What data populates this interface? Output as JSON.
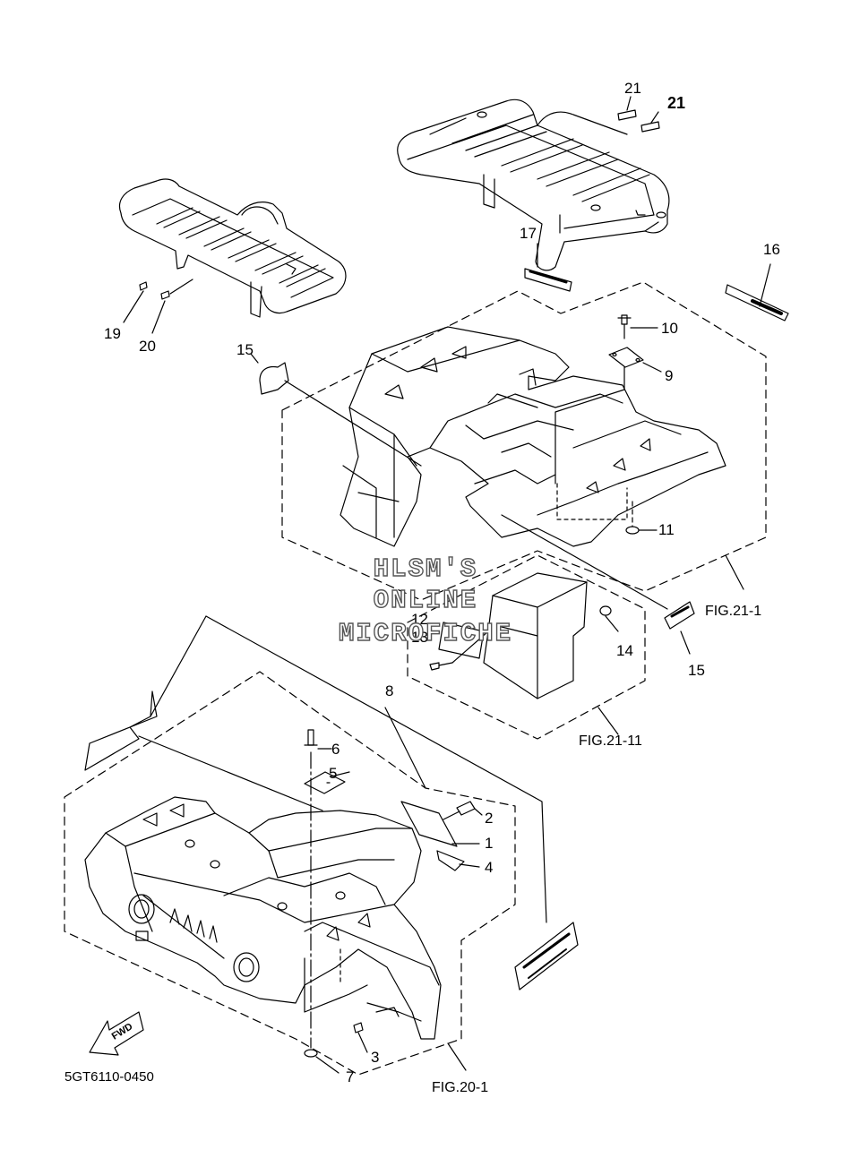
{
  "diagram": {
    "parts": [
      {
        "num": "1"
      },
      {
        "num": "2"
      },
      {
        "num": "3"
      },
      {
        "num": "4"
      },
      {
        "num": "5"
      },
      {
        "num": "6"
      },
      {
        "num": "7"
      },
      {
        "num": "8"
      },
      {
        "num": "9"
      },
      {
        "num": "10"
      },
      {
        "num": "11"
      },
      {
        "num": "12"
      },
      {
        "num": "13"
      },
      {
        "num": "14"
      },
      {
        "num": "15"
      },
      {
        "num": "15"
      },
      {
        "num": "16"
      },
      {
        "num": "17"
      },
      {
        "num": "19"
      },
      {
        "num": "20"
      },
      {
        "num": "21"
      },
      {
        "num": "21"
      }
    ],
    "figure_refs": [
      "FIG.21-1",
      "FIG.21-11",
      "FIG.20-1"
    ],
    "diagram_code": "5GT6110-0450",
    "fwd_label": "FWD",
    "watermark": [
      "HLSM'S",
      "ONLINE",
      "MICROFICHE"
    ],
    "line_color": "#000000",
    "watermark_stroke": "#555555"
  }
}
